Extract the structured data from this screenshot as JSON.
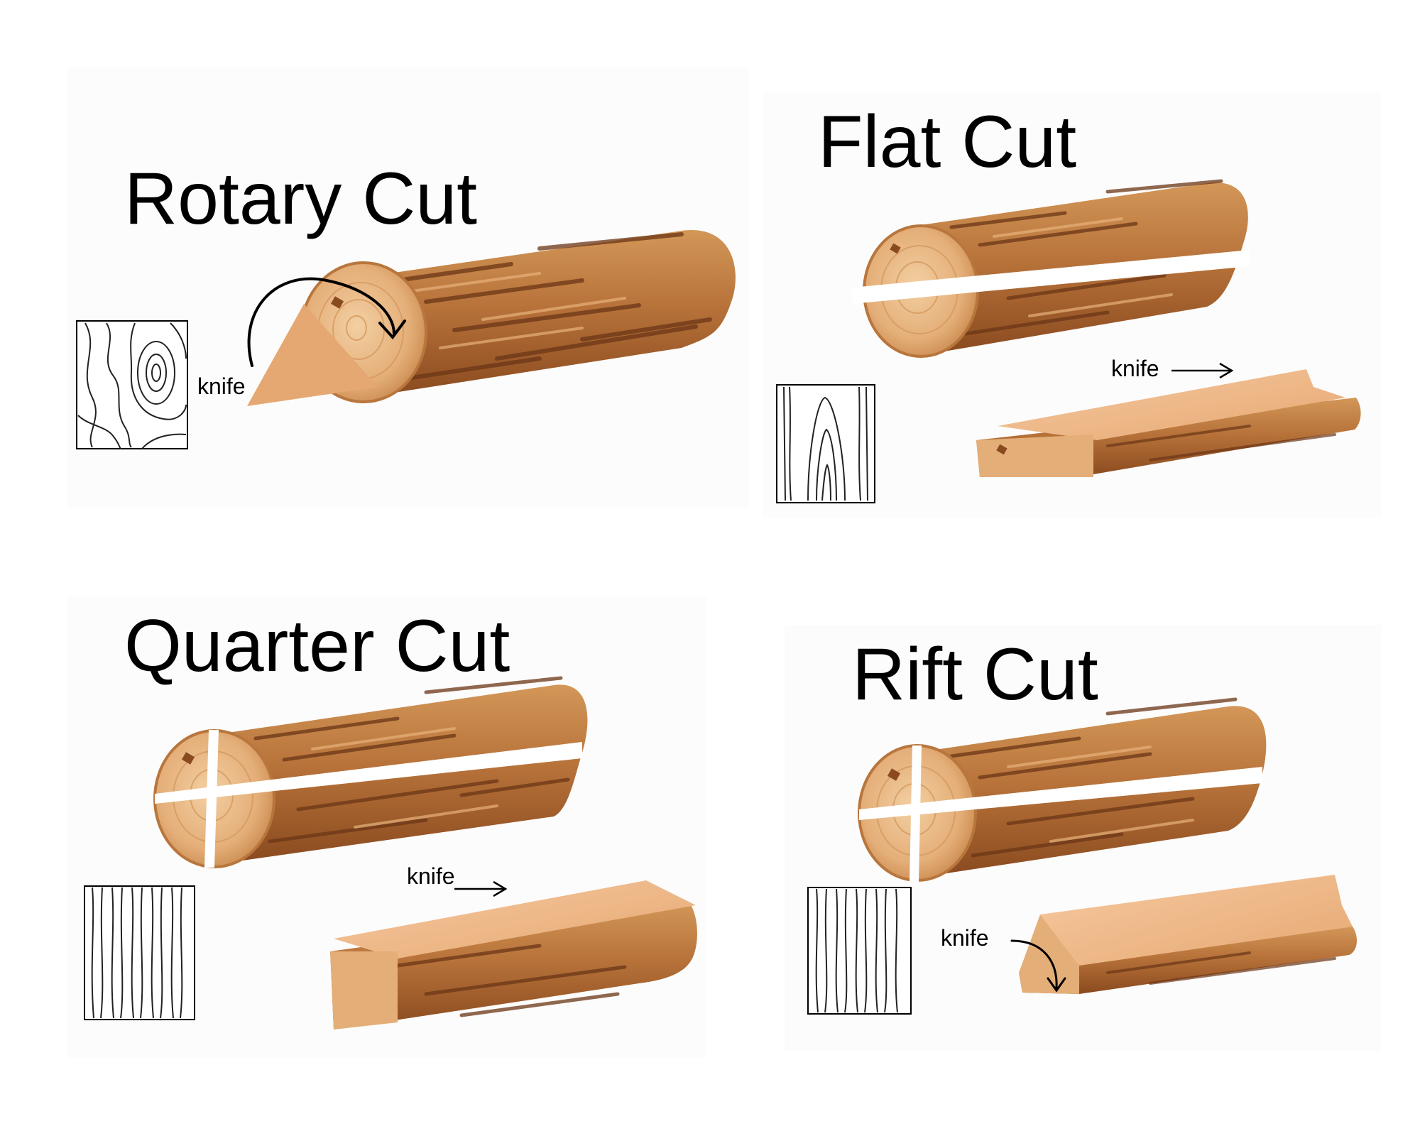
{
  "panels": {
    "rotary": {
      "title": "Rotary Cut",
      "knife_label": "knife"
    },
    "flat": {
      "title": "Flat Cut",
      "knife_label": "knife"
    },
    "quarter": {
      "title": "Quarter Cut",
      "knife_label": "knife"
    },
    "rift": {
      "title": "Rift Cut",
      "knife_label": "knife"
    }
  },
  "colors": {
    "bark_light": "#c98a4e",
    "bark_mid": "#a8612b",
    "bark_dark": "#5e3113",
    "end_grain": "#e4ae78",
    "end_grain_light": "#f2c99c",
    "veneer": "#e6a872",
    "veneer_light": "#f6c9a0",
    "outline": "#000000"
  }
}
